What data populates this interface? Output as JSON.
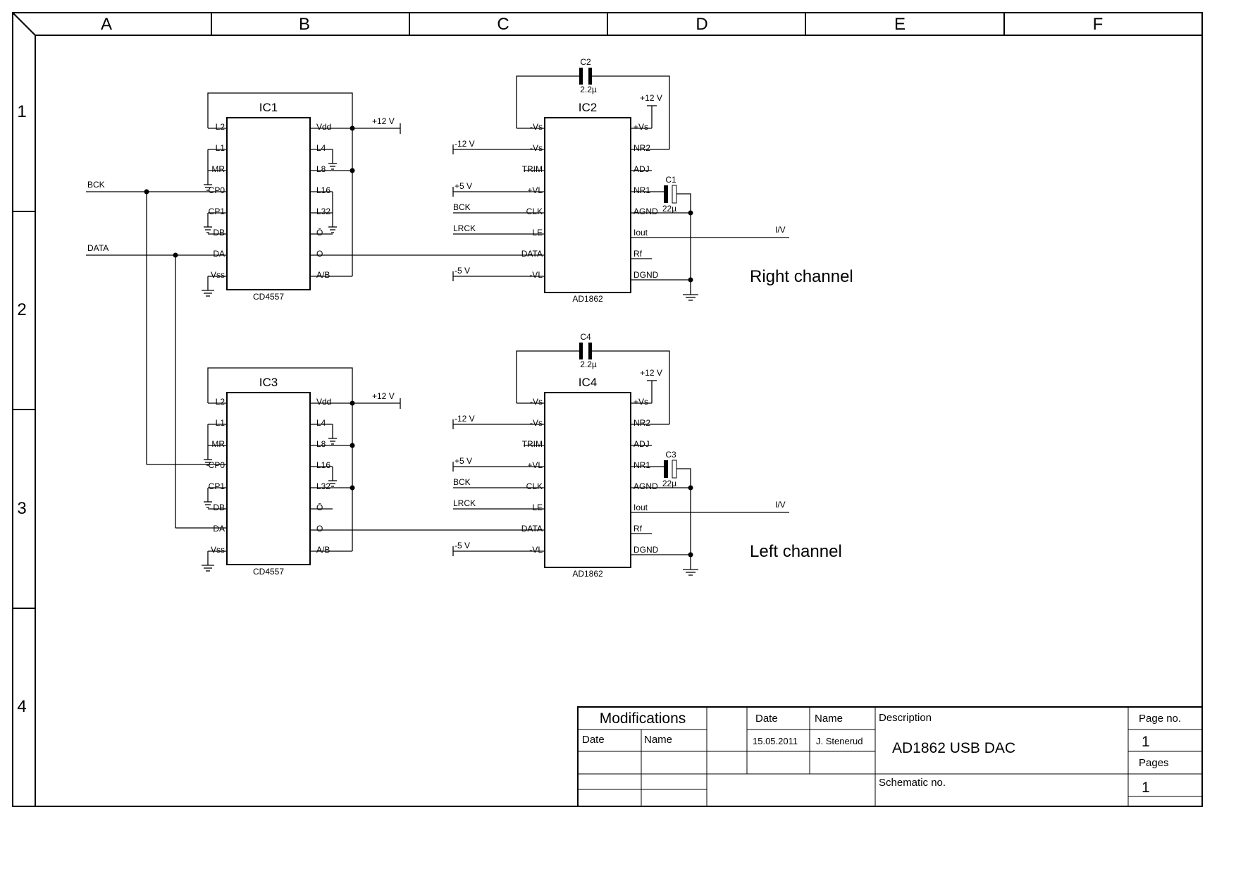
{
  "frame": {
    "columns": [
      "A",
      "B",
      "C",
      "D",
      "E",
      "F"
    ],
    "rows": [
      "1",
      "2",
      "3",
      "4"
    ]
  },
  "signals": {
    "bck": "BCK",
    "data": "DATA",
    "lrck": "LRCK",
    "iv": "I/V"
  },
  "channels": [
    {
      "name": "Right channel",
      "shift_register": {
        "ref": "IC1",
        "part": "CD4557",
        "left_pins": [
          "L2",
          "L1",
          "MR",
          "CP0",
          "CP1",
          "DB",
          "DA",
          "Vss"
        ],
        "right_pins": [
          "Vdd",
          "L4",
          "L8",
          "L16",
          "L32",
          "Ō",
          "O",
          "A/B"
        ]
      },
      "dac": {
        "ref": "IC2",
        "part": "AD1862",
        "left_pins": [
          "-Vs",
          "-Vs",
          "TRIM",
          "+VL",
          "CLK",
          "LE",
          "DATA",
          "-VL"
        ],
        "right_pins": [
          "+Vs",
          "NR2",
          "ADJ",
          "NR1",
          "AGND",
          "Iout",
          "Rf",
          "DGND"
        ]
      },
      "cap_feedback": {
        "ref": "C2",
        "value": "2.2µ"
      },
      "cap_nr": {
        "ref": "C1",
        "value": "22µ"
      },
      "rails": {
        "vdd": "+12 V",
        "vs_pos": "+12 V",
        "vs_neg": "-12 V",
        "vl_pos": "+5 V",
        "vl_neg": "-5 V"
      }
    },
    {
      "name": "Left channel",
      "shift_register": {
        "ref": "IC3",
        "part": "CD4557",
        "left_pins": [
          "L2",
          "L1",
          "MR",
          "CP0",
          "CP1",
          "DB",
          "DA",
          "Vss"
        ],
        "right_pins": [
          "Vdd",
          "L4",
          "L8",
          "L16",
          "L32",
          "Ō",
          "O",
          "A/B"
        ]
      },
      "dac": {
        "ref": "IC4",
        "part": "AD1862",
        "left_pins": [
          "-Vs",
          "-Vs",
          "TRIM",
          "+VL",
          "CLK",
          "LE",
          "DATA",
          "-VL"
        ],
        "right_pins": [
          "+Vs",
          "NR2",
          "ADJ",
          "NR1",
          "AGND",
          "Iout",
          "Rf",
          "DGND"
        ]
      },
      "cap_feedback": {
        "ref": "C4",
        "value": "2.2µ"
      },
      "cap_nr": {
        "ref": "C3",
        "value": "22µ"
      },
      "rails": {
        "vdd": "+12 V",
        "vs_pos": "+12 V",
        "vs_neg": "-12 V",
        "vl_pos": "+5 V",
        "vl_neg": "-5 V"
      }
    }
  ],
  "title_block": {
    "modifications": "Modifications",
    "mod_date_header": "Date",
    "mod_name_header": "Name",
    "date_header": "Date",
    "name_header": "Name",
    "date": "15.05.2011",
    "author": "J. Stenerud",
    "description_header": "Description",
    "description": "AD1862 USB DAC",
    "schematic_no_header": "Schematic no.",
    "page_no_header": "Page no.",
    "page_no": "1",
    "pages_header": "Pages",
    "pages": "1"
  }
}
